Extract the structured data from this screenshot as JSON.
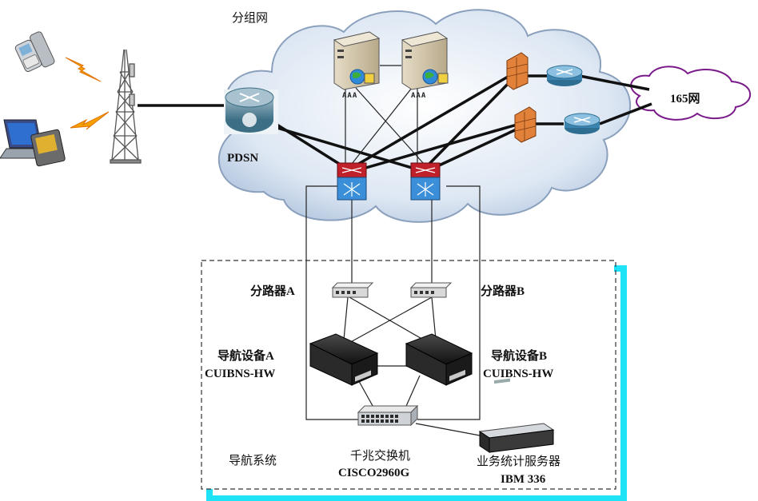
{
  "labels": {
    "packet_network": "分组网",
    "pdsn": "PDSN",
    "aaa_1": "AAA",
    "aaa_2": "AAA",
    "internet_165": "165网",
    "splitter_a": "分路器A",
    "splitter_b": "分路器B",
    "nav_device_a_name": "导航设备A",
    "nav_device_a_model": "CUIBNS-HW",
    "nav_device_b_name": "导航设备B",
    "nav_device_b_model": "CUIBNS-HW",
    "nav_system": "导航系统",
    "gigabit_switch_name": "千兆交换机",
    "gigabit_switch_model": "CISCO2960G",
    "stats_server_name": "业务统计服务器",
    "stats_server_model": "IBM 336"
  },
  "colors": {
    "cloud_fill": "#d8e4f2",
    "cloud_edge": "#8aa0bc",
    "shadow": "#1ee3f7",
    "link": "#111111",
    "switch_red": "#c0202a",
    "switch_blue": "#3a8fd8",
    "firewall": "#e2823a",
    "lightning": "#f5a100"
  },
  "icons": {
    "phone": "mobile-phone-icon",
    "laptop": "laptop-icon",
    "tower": "radio-tower-icon",
    "router": "router-icon",
    "server": "server-icon",
    "firewall": "firewall-icon",
    "switch": "core-switch-icon"
  }
}
